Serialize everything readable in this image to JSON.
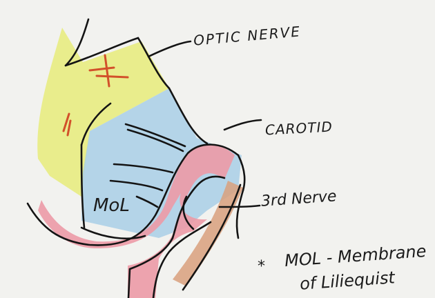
{
  "labels": {
    "optic_nerve": "OPTIC NERVE",
    "carotid": "CAROTID",
    "third_nerve": "3rd Nerve",
    "mol": "MoL",
    "footnote_marker": "*",
    "footnote_line1": "MOL - Membrane",
    "footnote_line2": "of Liliequist"
  },
  "colors": {
    "optic_nerve_fill": "#e8ec7a",
    "membrane_fill": "#a9cfe6",
    "carotid_fill": "#ec9aa6",
    "third_nerve_fill": "#d9a07c",
    "vessel_marks": "#d2502a",
    "ink": "#141414"
  }
}
